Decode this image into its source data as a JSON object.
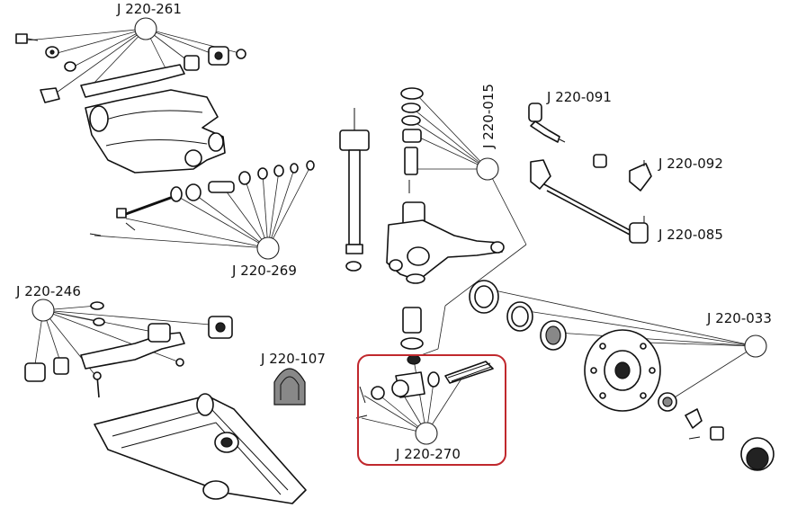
{
  "diagram": {
    "callouts": [
      {
        "id": "j220-261",
        "label": "J 220-261"
      },
      {
        "id": "j220-269",
        "label": "J 220-269"
      },
      {
        "id": "j220-246",
        "label": "J 220-246"
      },
      {
        "id": "j220-107",
        "label": "J 220-107"
      },
      {
        "id": "j220-015",
        "label": "J 220-015"
      },
      {
        "id": "j220-091",
        "label": "J 220-091"
      },
      {
        "id": "j220-092",
        "label": "J 220-092"
      },
      {
        "id": "j220-085",
        "label": "J 220-085"
      },
      {
        "id": "j220-033",
        "label": "J 220-033"
      },
      {
        "id": "j220-270",
        "label": "J 220-270"
      }
    ],
    "highlight": {
      "callout": "J 220-270",
      "color": "#c0282d"
    }
  }
}
